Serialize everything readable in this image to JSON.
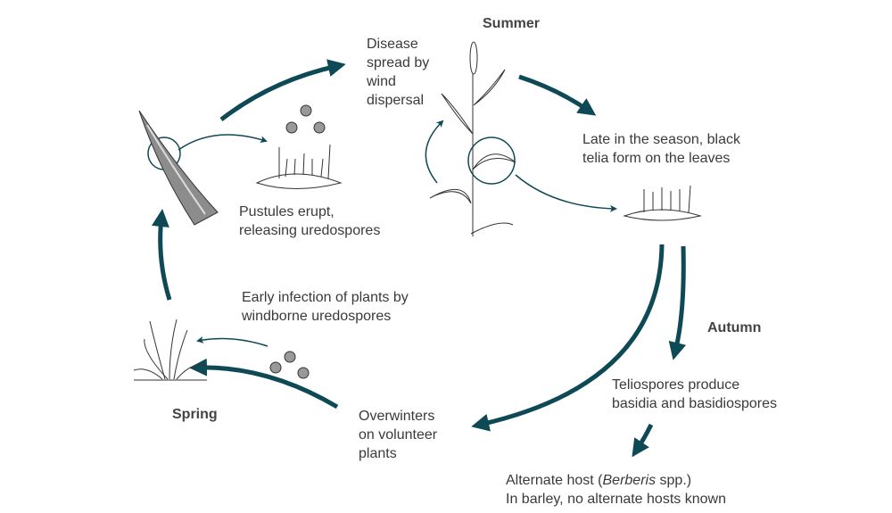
{
  "colors": {
    "arrow": "#0d4a56",
    "text": "#3a3a3a",
    "spore": "#8a8a8a",
    "leaf": "#8c8c8c"
  },
  "seasons": {
    "summer": "Summer",
    "autumn": "Autumn",
    "spring": "Spring"
  },
  "labels": {
    "wind": [
      "Disease",
      "spread by",
      "wind",
      "dispersal"
    ],
    "telia": [
      "Late in the season, black",
      "telia form on the leaves"
    ],
    "pustules": [
      "Pustules erupt,",
      "releasing uredospores"
    ],
    "early": [
      "Early infection of plants by",
      "windborne uredospores"
    ],
    "teliospores": [
      "Teliospores produce",
      "basidia and basidiospores"
    ],
    "overwinter": [
      "Overwinters",
      "on volunteer",
      "plants"
    ],
    "alternate": {
      "prefix": "Alternate host (",
      "genus": "Berberis",
      "suffix": " spp.)",
      "line2": "In barley, no alternate hosts known"
    }
  }
}
